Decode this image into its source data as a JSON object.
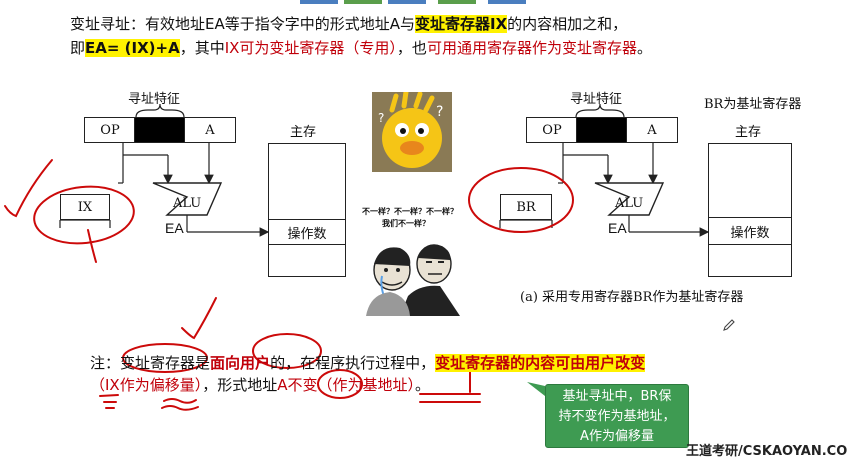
{
  "top_chips": [
    "#4a7ebf",
    "#5a9e4b",
    "#4a7ebf",
    "#5a9e4b",
    "#4a7ebf"
  ],
  "intro": {
    "l1_a": "变址寻址：有效地址EA等于指令字中的形式地址A与",
    "l1_hl": "变址寄存器IX",
    "l1_b": "的内容相加之和，",
    "l2_a": "即",
    "l2_formula": "EA= (IX)+A",
    "l2_b": "，其中",
    "l2_red1": "IX可为变址寄存器（专用）",
    "l2_c": "，也",
    "l2_red2": "可用通用寄存器作为变址寄存器",
    "l2_d": "。"
  },
  "left_diagram": {
    "caption": "寻址特征",
    "op": "OP",
    "a": "A",
    "ix": "IX",
    "alu": "ALU",
    "ea": "EA",
    "memory_label": "主存",
    "operand": "操作数"
  },
  "right_diagram": {
    "caption": "寻址特征",
    "title": "BR为基址寄存器",
    "op": "OP",
    "a": "A",
    "br": "BR",
    "alu": "ALU",
    "ea": "EA",
    "memory_label": "主存",
    "operand": "操作数",
    "figure_caption": "(a) 采用专用寄存器BR作为基址寄存器"
  },
  "meme": {
    "line1": "不一样？不一样？不一样？",
    "line2": "我们不一样？"
  },
  "note": {
    "n1_a": "注：",
    "n1_b": "变址寄存器",
    "n1_c": "是",
    "n1_d": "面向用户",
    "n1_e": "的，在程序执行过程中，",
    "n1_hl": "变址寄存器的内容可由用户改变",
    "n2_red1": "（IX作为偏移量）",
    "n2_b": "，形式地址",
    "n2_red2": "A不变",
    "n2_red3": "（作为基地址）",
    "n2_c": "。"
  },
  "callout": {
    "l1": "基址寻址中，BR保",
    "l2": "持不变作为基地址，",
    "l3": "A作为偏移量"
  },
  "footer": "王道考研/CSKAOYAN.CO",
  "colors": {
    "highlight": "#fff200",
    "ink_red": "#c0000a",
    "callout_green": "#3e9b52"
  }
}
